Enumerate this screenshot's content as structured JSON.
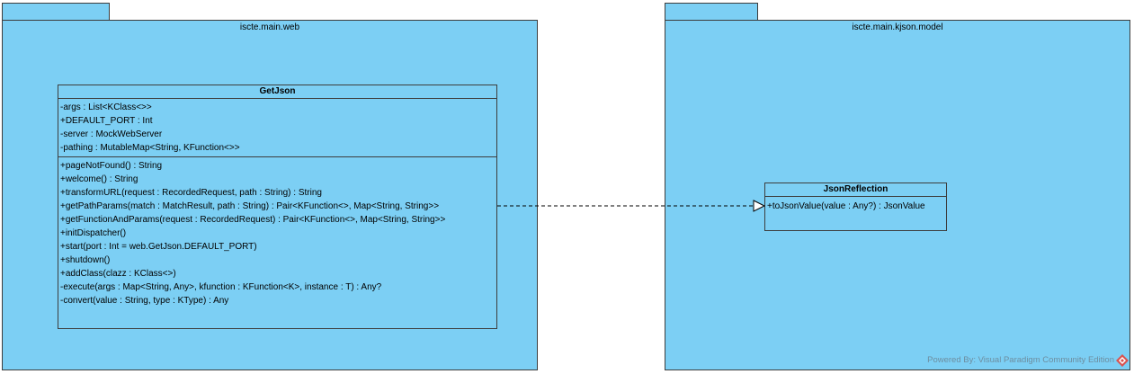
{
  "packages": [
    {
      "name": "iscte.main.web"
    },
    {
      "name": "iscte.main.kjson.model"
    }
  ],
  "classes": {
    "getjson": {
      "name": "GetJson",
      "attributes": [
        "-args : List<KClass<>>",
        "+DEFAULT_PORT : Int",
        "-server : MockWebServer",
        "-pathing : MutableMap<String, KFunction<>>"
      ],
      "operations": [
        "+pageNotFound() : String",
        "+welcome() : String",
        "+transformURL(request : RecordedRequest, path : String) : String",
        "+getPathParams(match : MatchResult, path : String) : Pair<KFunction<>, Map<String, String>>",
        "+getFunctionAndParams(request : RecordedRequest) : Pair<KFunction<>, Map<String, String>>",
        "+initDispatcher()",
        "+start(port : Int = web.GetJson.DEFAULT_PORT)",
        "+shutdown()",
        "+addClass(clazz : KClass<>)",
        "-execute(args : Map<String, Any>, kfunction : KFunction<K>, instance : T) : Any?",
        "-convert(value : String, type : KType) : Any"
      ]
    },
    "jsonreflection": {
      "name": "JsonReflection",
      "operations": [
        "+toJsonValue(value : Any?) : JsonValue"
      ]
    }
  },
  "relationship": {
    "type": "realization",
    "from": "GetJson",
    "to": "JsonReflection"
  },
  "watermark": "Powered By: Visual Paradigm Community Edition",
  "colors": {
    "fill": "#7ccff4",
    "border": "#3d3d3d",
    "watermark": "#6d8ea0",
    "logo": "#d9534f"
  }
}
